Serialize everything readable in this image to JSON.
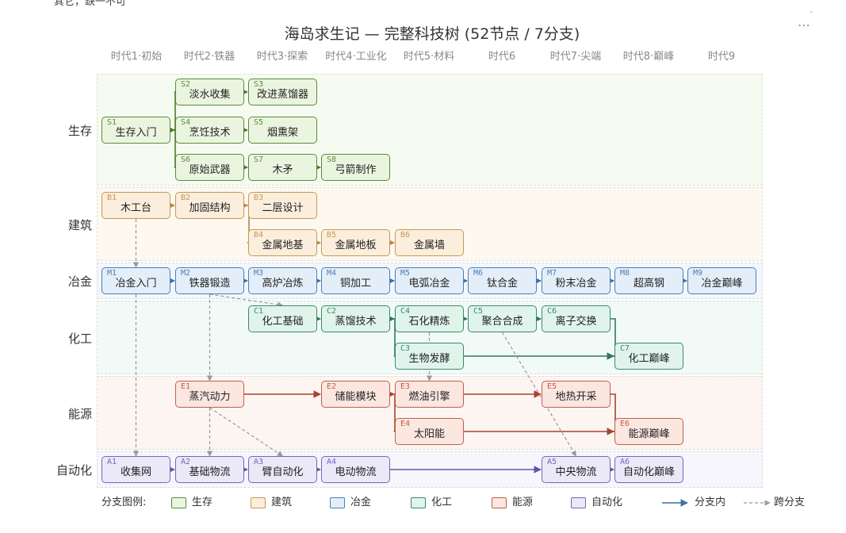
{
  "cut_text": "其它，缺一不可",
  "title": "海岛求生记 — 完整科技树 (52节点 / 7分支)",
  "eras": [
    "时代1·初始",
    "时代2·铁器",
    "时代3·探索",
    "时代4·工业化",
    "时代5·材料",
    "时代6",
    "时代7·尖端",
    "时代8·巅峰",
    "时代9"
  ],
  "branches": [
    {
      "key": "S",
      "label": "生存",
      "color": "#5a8a3a",
      "fill": "#eaf5e0",
      "band": "#f6fbf1"
    },
    {
      "key": "B",
      "label": "建筑",
      "color": "#c49a56",
      "fill": "#fbeedc",
      "band": "#fdf8f0"
    },
    {
      "key": "M",
      "label": "冶金",
      "color": "#4a7fb5",
      "fill": "#e4eef9",
      "band": "#f3f7fc"
    },
    {
      "key": "C",
      "label": "化工",
      "color": "#3a8a6a",
      "fill": "#e0f4ec",
      "band": "#f2faf7"
    },
    {
      "key": "E",
      "label": "能源",
      "color": "#c0604a",
      "fill": "#fbe6e0",
      "band": "#fdf5f2"
    },
    {
      "key": "A",
      "label": "自动化",
      "color": "#7466b8",
      "fill": "#ebe8f8",
      "band": "#f7f6fc"
    }
  ],
  "nodes": [
    {
      "id": "S1",
      "label": "生存入门",
      "branch": 0,
      "col": 0,
      "row": 1
    },
    {
      "id": "S2",
      "label": "淡水收集",
      "branch": 0,
      "col": 1,
      "row": 0
    },
    {
      "id": "S3",
      "label": "改进蒸馏器",
      "branch": 0,
      "col": 2,
      "row": 0
    },
    {
      "id": "S4",
      "label": "烹饪技术",
      "branch": 0,
      "col": 1,
      "row": 1
    },
    {
      "id": "S5",
      "label": "烟熏架",
      "branch": 0,
      "col": 2,
      "row": 1
    },
    {
      "id": "S6",
      "label": "原始武器",
      "branch": 0,
      "col": 1,
      "row": 2
    },
    {
      "id": "S7",
      "label": "木矛",
      "branch": 0,
      "col": 2,
      "row": 2
    },
    {
      "id": "S8",
      "label": "弓箭制作",
      "branch": 0,
      "col": 3,
      "row": 2
    },
    {
      "id": "B1",
      "label": "木工台",
      "branch": 1,
      "col": 0,
      "row": 3
    },
    {
      "id": "B2",
      "label": "加固结构",
      "branch": 1,
      "col": 1,
      "row": 3
    },
    {
      "id": "B3",
      "label": "二层设计",
      "branch": 1,
      "col": 2,
      "row": 3
    },
    {
      "id": "B4",
      "label": "金属地基",
      "branch": 1,
      "col": 2,
      "row": 4
    },
    {
      "id": "B5",
      "label": "金属地板",
      "branch": 1,
      "col": 3,
      "row": 4
    },
    {
      "id": "B6",
      "label": "金属墙",
      "branch": 1,
      "col": 4,
      "row": 4
    },
    {
      "id": "M1",
      "label": "冶金入门",
      "branch": 2,
      "col": 0,
      "row": 5
    },
    {
      "id": "M2",
      "label": "铁器锻造",
      "branch": 2,
      "col": 1,
      "row": 5
    },
    {
      "id": "M3",
      "label": "高炉冶炼",
      "branch": 2,
      "col": 2,
      "row": 5
    },
    {
      "id": "M4",
      "label": "铜加工",
      "branch": 2,
      "col": 3,
      "row": 5
    },
    {
      "id": "M5",
      "label": "电弧冶金",
      "branch": 2,
      "col": 4,
      "row": 5
    },
    {
      "id": "M6",
      "label": "钛合金",
      "branch": 2,
      "col": 5,
      "row": 5
    },
    {
      "id": "M7",
      "label": "粉末冶金",
      "branch": 2,
      "col": 6,
      "row": 5
    },
    {
      "id": "M8",
      "label": "超高钢",
      "branch": 2,
      "col": 7,
      "row": 5
    },
    {
      "id": "M9",
      "label": "冶金巅峰",
      "branch": 2,
      "col": 8,
      "row": 5
    },
    {
      "id": "C1",
      "label": "化工基础",
      "branch": 3,
      "col": 2,
      "row": 6
    },
    {
      "id": "C2",
      "label": "蒸馏技术",
      "branch": 3,
      "col": 3,
      "row": 6
    },
    {
      "id": "C4",
      "label": "石化精炼",
      "branch": 3,
      "col": 4,
      "row": 6
    },
    {
      "id": "C5",
      "label": "聚合合成",
      "branch": 3,
      "col": 5,
      "row": 6
    },
    {
      "id": "C6",
      "label": "离子交换",
      "branch": 3,
      "col": 6,
      "row": 6
    },
    {
      "id": "C3",
      "label": "生物发酵",
      "branch": 3,
      "col": 4,
      "row": 7
    },
    {
      "id": "C7",
      "label": "化工巅峰",
      "branch": 3,
      "col": 7,
      "row": 7
    },
    {
      "id": "E1",
      "label": "蒸汽动力",
      "branch": 4,
      "col": 1,
      "row": 8
    },
    {
      "id": "E2",
      "label": "储能模块",
      "branch": 4,
      "col": 3,
      "row": 8
    },
    {
      "id": "E3",
      "label": "燃油引擎",
      "branch": 4,
      "col": 4,
      "row": 8
    },
    {
      "id": "E5",
      "label": "地热开采",
      "branch": 4,
      "col": 6,
      "row": 8
    },
    {
      "id": "E4",
      "label": "太阳能",
      "branch": 4,
      "col": 4,
      "row": 9
    },
    {
      "id": "E6",
      "label": "能源巅峰",
      "branch": 4,
      "col": 7,
      "row": 9
    },
    {
      "id": "A1",
      "label": "收集网",
      "branch": 5,
      "col": 0,
      "row": 10
    },
    {
      "id": "A2",
      "label": "基础物流",
      "branch": 5,
      "col": 1,
      "row": 10
    },
    {
      "id": "A3",
      "label": "臂自动化",
      "branch": 5,
      "col": 2,
      "row": 10
    },
    {
      "id": "A4",
      "label": "电动物流",
      "branch": 5,
      "col": 3,
      "row": 10
    },
    {
      "id": "A5",
      "label": "中央物流",
      "branch": 5,
      "col": 6,
      "row": 10
    },
    {
      "id": "A6",
      "label": "自动化巅峰",
      "branch": 5,
      "col": 7,
      "row": 10
    }
  ],
  "edges": [
    {
      "from": "S1",
      "to": "S2"
    },
    {
      "from": "S1",
      "to": "S4"
    },
    {
      "from": "S1",
      "to": "S6"
    },
    {
      "from": "S2",
      "to": "S3"
    },
    {
      "from": "S4",
      "to": "S5"
    },
    {
      "from": "S6",
      "to": "S7"
    },
    {
      "from": "S7",
      "to": "S8"
    },
    {
      "from": "B1",
      "to": "B2"
    },
    {
      "from": "B2",
      "to": "B3"
    },
    {
      "from": "B2",
      "to": "B4"
    },
    {
      "from": "B4",
      "to": "B5"
    },
    {
      "from": "B5",
      "to": "B6"
    },
    {
      "from": "M1",
      "to": "M2"
    },
    {
      "from": "M2",
      "to": "M3"
    },
    {
      "from": "M3",
      "to": "M4"
    },
    {
      "from": "M4",
      "to": "M5"
    },
    {
      "from": "M5",
      "to": "M6"
    },
    {
      "from": "M6",
      "to": "M7"
    },
    {
      "from": "M7",
      "to": "M8"
    },
    {
      "from": "M8",
      "to": "M9"
    },
    {
      "from": "C1",
      "to": "C2"
    },
    {
      "from": "C2",
      "to": "C4"
    },
    {
      "from": "C4",
      "to": "C5"
    },
    {
      "from": "C5",
      "to": "C6"
    },
    {
      "from": "C2",
      "to": "C3"
    },
    {
      "from": "C6",
      "to": "C7"
    },
    {
      "from": "C3",
      "to": "C7"
    },
    {
      "from": "E1",
      "to": "E2"
    },
    {
      "from": "E2",
      "to": "E3"
    },
    {
      "from": "E3",
      "to": "E5"
    },
    {
      "from": "E2",
      "to": "E4"
    },
    {
      "from": "E5",
      "to": "E6"
    },
    {
      "from": "E4",
      "to": "E6"
    },
    {
      "from": "A1",
      "to": "A2"
    },
    {
      "from": "A2",
      "to": "A3"
    },
    {
      "from": "A3",
      "to": "A4"
    },
    {
      "from": "A4",
      "to": "A5"
    },
    {
      "from": "A5",
      "to": "A6"
    },
    {
      "from": "B1",
      "to": "M1",
      "cross": true
    },
    {
      "from": "M1",
      "to": "A1",
      "cross": true
    },
    {
      "from": "M2",
      "to": "E1",
      "cross": true
    },
    {
      "from": "E1",
      "to": "A2",
      "cross": true
    },
    {
      "from": "M2",
      "to": "C1",
      "cross": true
    },
    {
      "from": "E1",
      "to": "A3",
      "cross": true
    },
    {
      "from": "C4",
      "to": "E3",
      "cross": true
    },
    {
      "from": "C5",
      "to": "A5",
      "cross": true
    }
  ],
  "legend": {
    "title": "分支图例:",
    "items": [
      "生存",
      "建筑",
      "冶金",
      "化工",
      "能源",
      "自动化"
    ],
    "solid_label": "分支内",
    "dashed_label": "跨分支"
  }
}
